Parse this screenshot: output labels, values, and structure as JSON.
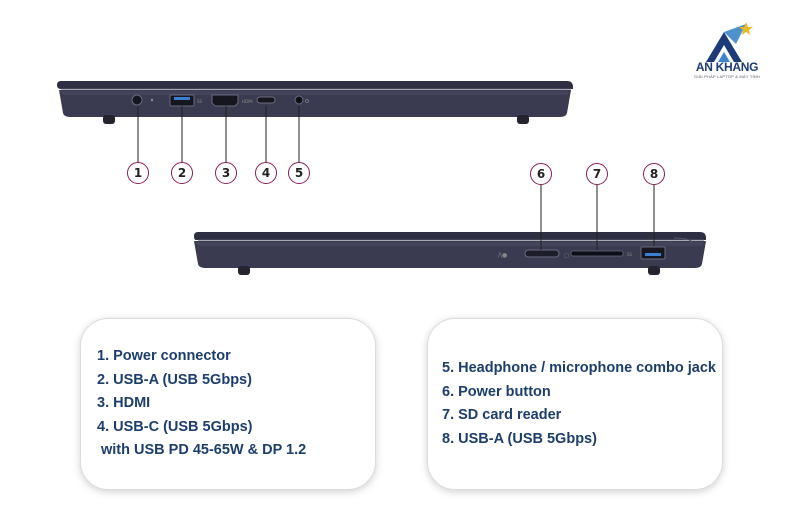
{
  "brand": {
    "name": "AN KHANG",
    "tagline": "GIẢI PHÁP LAPTOP & MÁY TÍNH"
  },
  "callouts": [
    "1",
    "2",
    "3",
    "4",
    "5",
    "6",
    "7",
    "8"
  ],
  "left_card": {
    "items": [
      "1. Power connector",
      "2. USB-A (USB 5Gbps)",
      "3. HDMI",
      "4. USB-C (USB 5Gbps)",
      " with USB PD 45-65W & DP 1.2"
    ]
  },
  "right_card": {
    "items": [
      "5. Headphone / microphone combo jack",
      "6. Power button",
      "7. SD card reader",
      "8. USB-A (USB 5Gbps)"
    ]
  },
  "colors": {
    "callout_border": "#8a1c57",
    "card_text": "#1c3e6e",
    "laptop_body": "#2b2c3d",
    "brand_blue": "#1d3b78"
  },
  "icons": [
    "an-khang-logo",
    "laptop-left-side",
    "laptop-right-side"
  ]
}
